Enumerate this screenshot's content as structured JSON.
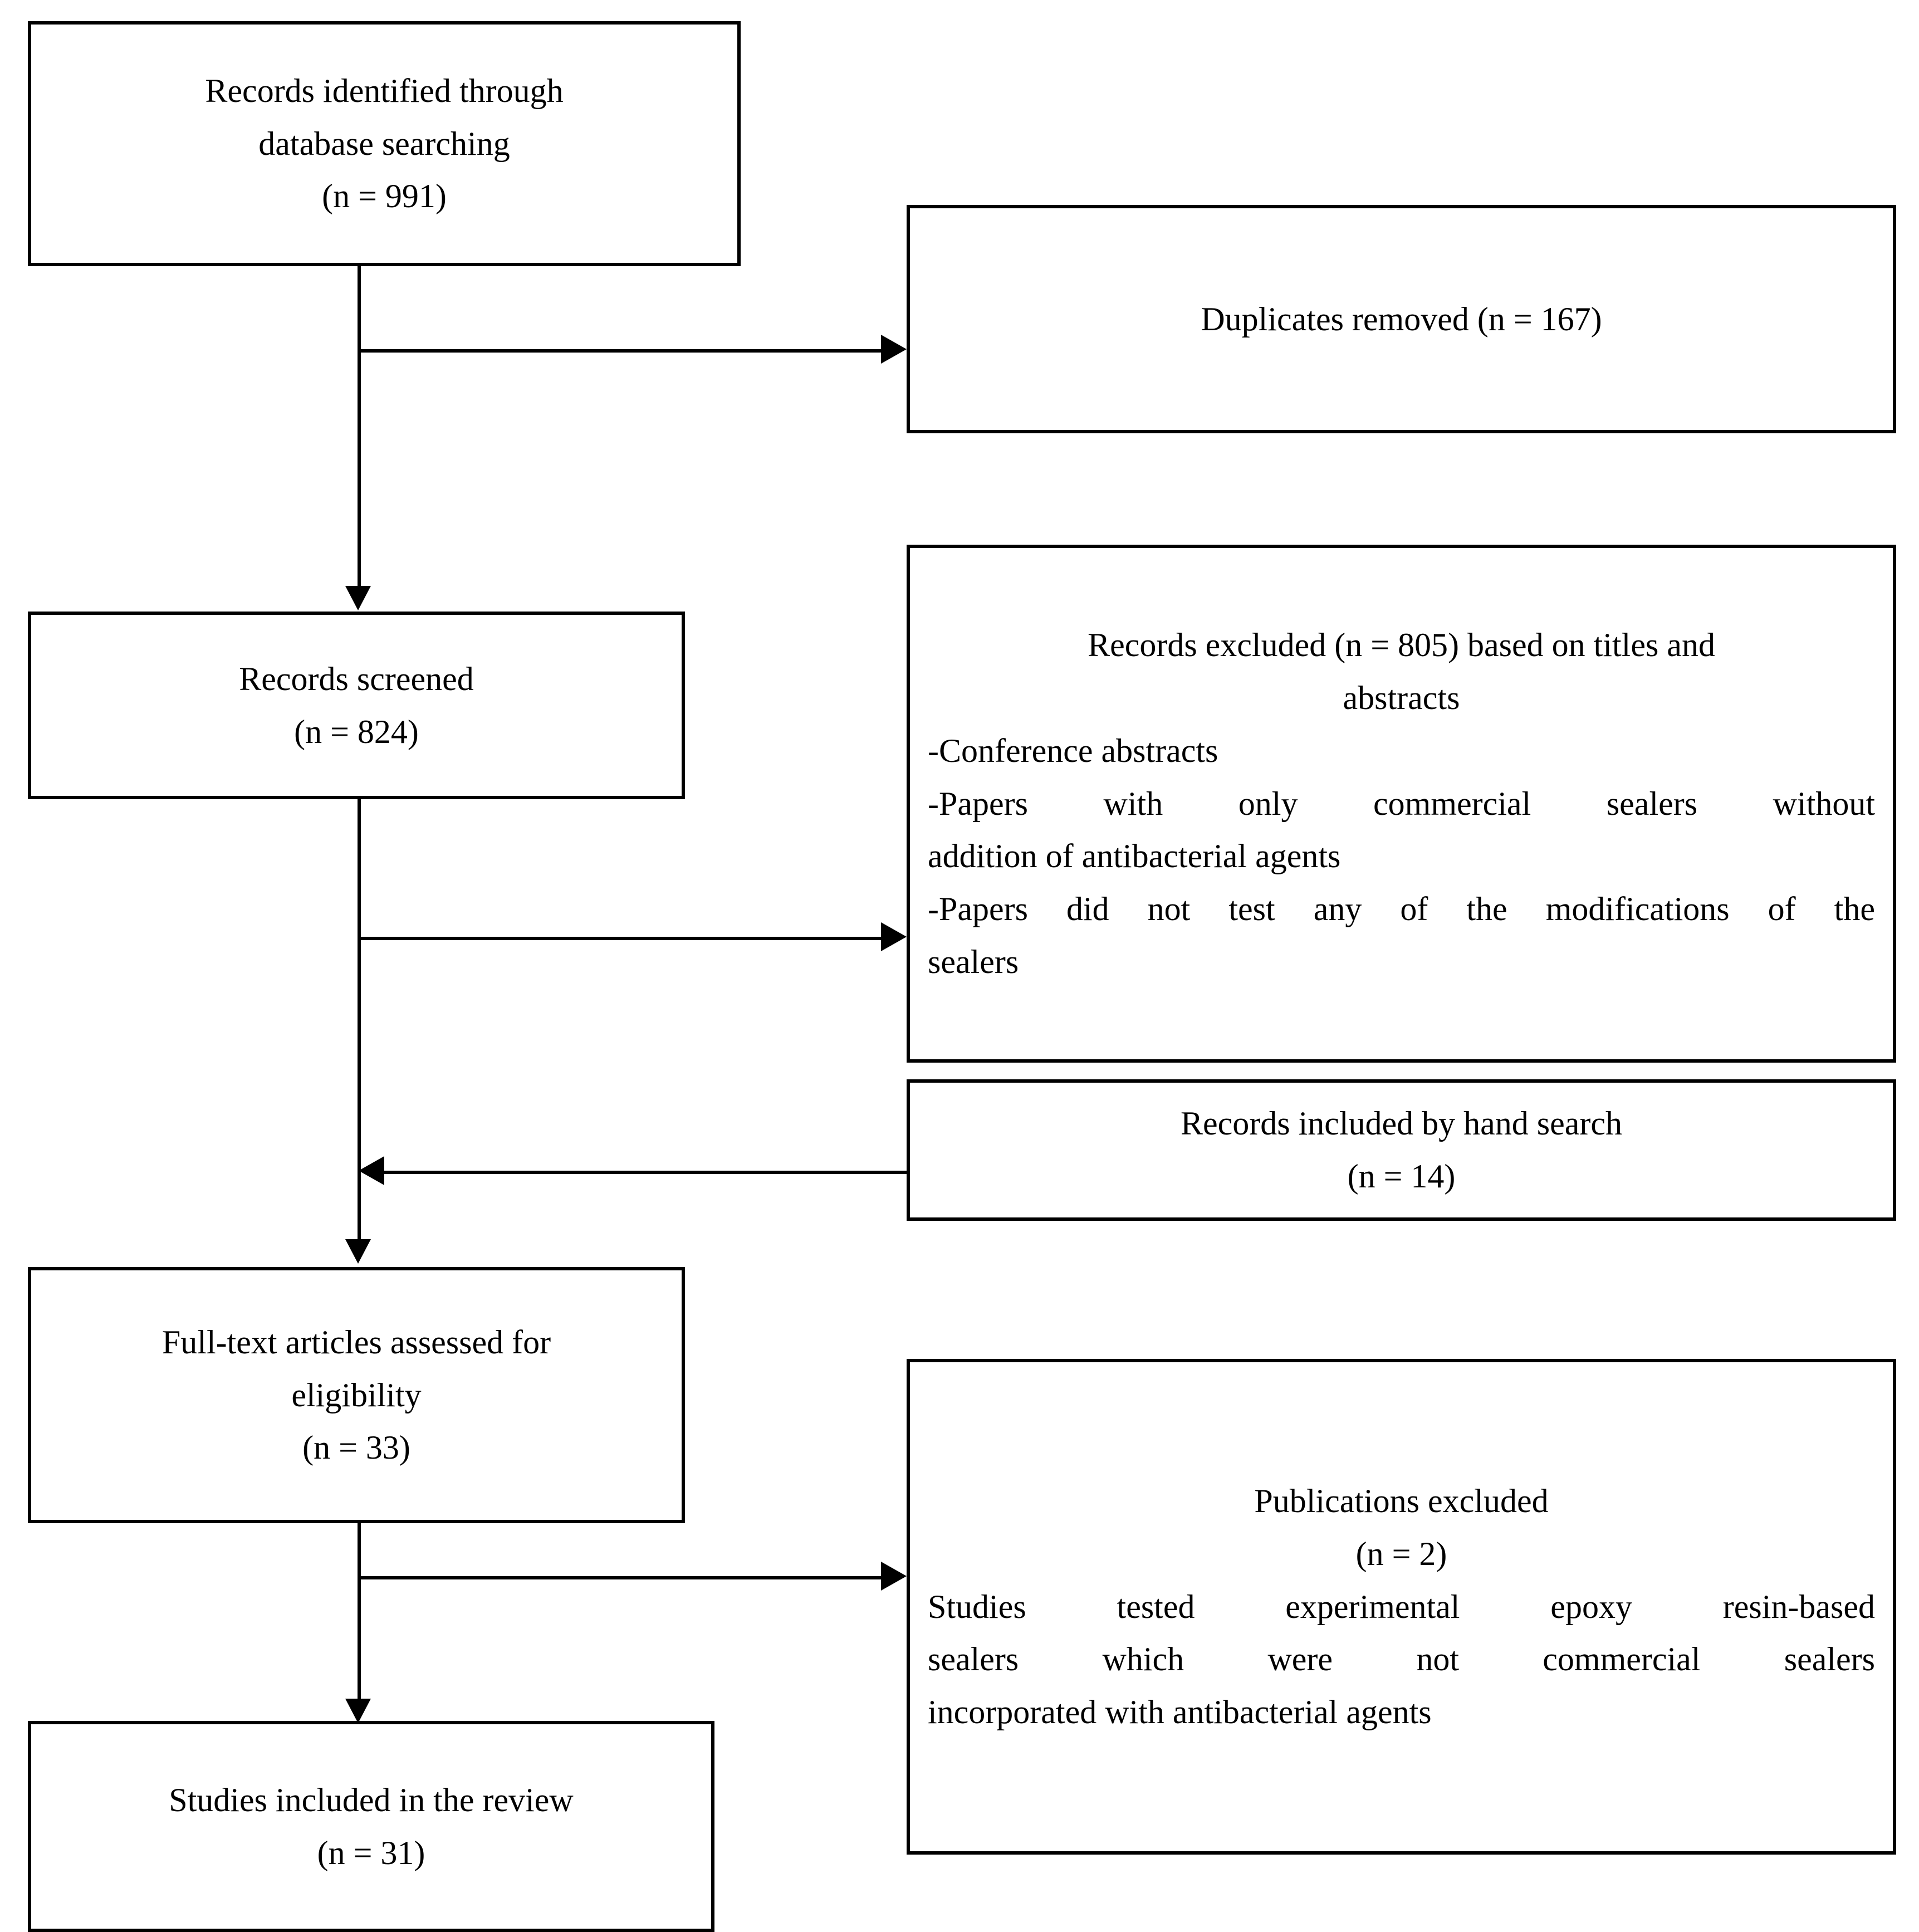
{
  "diagram": {
    "type": "prisma-flow-diagram",
    "title": "PRISMA study selection flow diagram",
    "colors": {
      "stroke": "#000000",
      "background": "#ffffff",
      "text": "#000000"
    }
  },
  "boxes": {
    "identified": {
      "name": "records-identified",
      "lines": [
        "Records identified through",
        "database searching",
        "(n = 991)"
      ],
      "count": 991
    },
    "duplicates": {
      "name": "duplicates-removed",
      "lines": [
        "Duplicates removed (n = 167)"
      ],
      "count": 167
    },
    "screened": {
      "name": "records-screened",
      "lines": [
        "Records screened",
        "(n = 824)"
      ],
      "count": 824
    },
    "excluded_titles": {
      "name": "records-excluded-titles-abstracts",
      "heading": [
        "Records excluded (n = 805) based on titles and",
        "abstracts"
      ],
      "count": 805,
      "reasons": [
        "-Conference abstracts",
        "-Papers with only commercial sealers without addition of antibacterial agents",
        "-Papers did not test any of the modifications of the sealers"
      ],
      "reason_lines": [
        [
          "-Conference abstracts"
        ],
        [
          "-Papers with only commercial sealers without",
          "addition of antibacterial agents"
        ],
        [
          "-Papers did not test any of the modifications of the",
          "sealers"
        ]
      ]
    },
    "hand_search": {
      "name": "records-included-hand-search",
      "lines": [
        "Records included by hand search",
        "(n = 14)"
      ],
      "count": 14
    },
    "fulltext": {
      "name": "full-text-articles-assessed",
      "lines": [
        "Full-text articles assessed for",
        "eligibility",
        "(n = 33)"
      ],
      "count": 33
    },
    "publications_excluded": {
      "name": "publications-excluded",
      "heading": [
        "Publications excluded",
        "(n = 2)"
      ],
      "count": 2,
      "body_lines": [
        "Studies tested experimental epoxy resin-based",
        "sealers which were not commercial sealers",
        "incorporated with antibacterial agents"
      ]
    },
    "included": {
      "name": "studies-included-in-review",
      "lines": [
        "Studies included in the review",
        "(n = 31)"
      ],
      "count": 31
    }
  },
  "connectors": [
    {
      "name": "identified-to-screened",
      "from": "identified",
      "to": "screened",
      "direction": "down"
    },
    {
      "name": "identified-to-duplicates",
      "from": "identified",
      "to": "duplicates",
      "direction": "right"
    },
    {
      "name": "screened-to-fulltext",
      "from": "screened",
      "to": "fulltext",
      "direction": "down"
    },
    {
      "name": "screened-to-excluded",
      "from": "screened",
      "to": "excluded_titles",
      "direction": "right"
    },
    {
      "name": "handsearch-to-flow",
      "from": "hand_search",
      "to": "fulltext",
      "direction": "left"
    },
    {
      "name": "fulltext-to-included",
      "from": "fulltext",
      "to": "included",
      "direction": "down"
    },
    {
      "name": "fulltext-to-publications-excluded",
      "from": "fulltext",
      "to": "publications_excluded",
      "direction": "right"
    }
  ]
}
